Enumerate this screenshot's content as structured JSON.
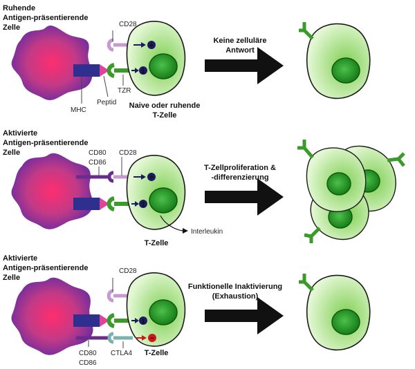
{
  "rows": [
    {
      "apc_title": [
        "Ruhende",
        "Antigen-präsentierende",
        "Zelle"
      ],
      "cd28": "CD28",
      "mhc": "MHC",
      "peptid": "Peptid",
      "tzr": "TZR",
      "t_cell": [
        "Naive oder ruhende",
        "T-Zelle"
      ],
      "outcome": [
        "Keine zelluläre",
        "Antwort"
      ]
    },
    {
      "apc_title": [
        "Aktivierte",
        "Antigen-präsentierende",
        "Zelle"
      ],
      "cd80": "CD80",
      "cd86": "CD86",
      "cd28": "CD28",
      "t_cell": "T-Zelle",
      "interleukin": "Interleukin",
      "outcome": [
        "T-Zellproliferation &",
        "-differenzierung"
      ]
    },
    {
      "apc_title": [
        "Aktivierte",
        "Antigen-präsentierende",
        "Zelle"
      ],
      "cd28": "CD28",
      "cd80": "CD80",
      "cd86": "CD86",
      "ctla4": "CTLA4",
      "t_cell": "T-Zelle",
      "outcome": [
        "Funktionelle Inaktivierung",
        "(Exhaustion)"
      ]
    }
  ],
  "signs": {
    "plus": "+",
    "one": "1",
    "minus": "−"
  },
  "colors": {
    "apc_center": "#ff2d6f",
    "apc_edge": "#6a2ca0",
    "t_cell_light": "#d9f5c8",
    "t_cell_dark": "#7fcf52",
    "nucleus": "#1a8a1a",
    "mhc_block": "#2e2f8f",
    "peptide": "#e0449a",
    "receptor_green": "#3a9a2a",
    "cd28_light": "#c69ad0",
    "cd80_purple": "#6a2c8a",
    "ctla4_teal": "#7ab3ad",
    "arrow_dark": "#1b1b5e",
    "inhibit_red": "#d01818",
    "big_arrow": "#111111"
  }
}
